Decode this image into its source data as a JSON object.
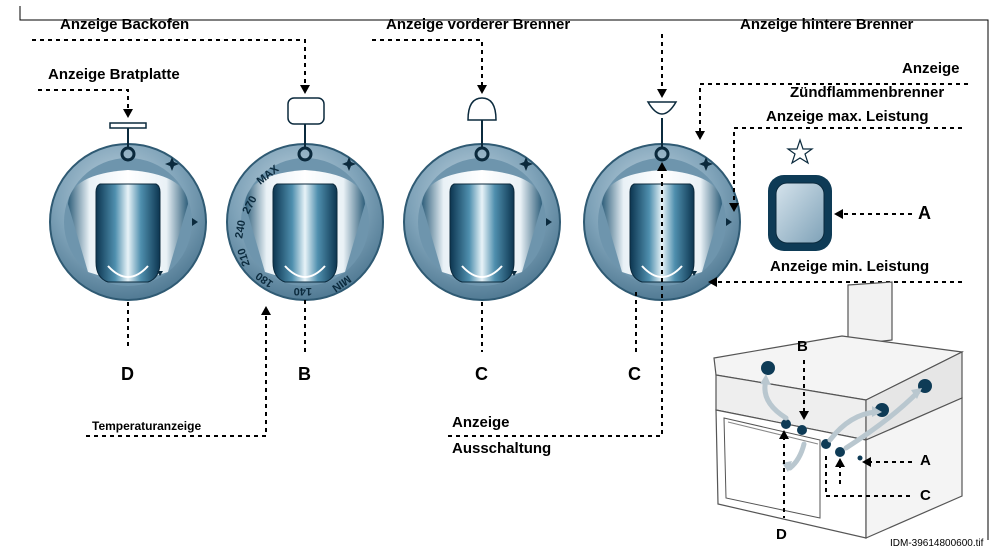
{
  "labels": {
    "oven_indicator": "Anzeige Backofen",
    "griddle_indicator": "Anzeige Bratplatte",
    "front_burner_indicator": "Anzeige vorderer Brenner",
    "rear_burner_indicator": "Anzeige hintere  Brenner",
    "pilot_indicator_line1": "Anzeige",
    "pilot_indicator_line2": "Zündflammenbrenner",
    "max_power_indicator": "Anzeige max. Leistung",
    "min_power_indicator": "Anzeige min. Leistung",
    "temperature_indicator": "Temperaturanzeige",
    "off_indicator_line1": "Anzeige",
    "off_indicator_line2": "Ausschaltung"
  },
  "knob_letters": {
    "knob1": "D",
    "knob2": "B",
    "knob3": "C",
    "knob4": "C"
  },
  "piezo_letter": "A",
  "temperature_scale": {
    "max": "MAX",
    "t270": "270",
    "t240": "240",
    "t210": "210",
    "t180": "180",
    "t140": "140",
    "min": "MIN"
  },
  "appliance_letters": {
    "b": "B",
    "a": "A",
    "c": "C",
    "d": "D"
  },
  "image_reference": "IDM-39614800600.tif",
  "colors": {
    "knob_ring": "#5d87a1",
    "knob_dark": "#0e3b56",
    "knob_light": "#e4eef4",
    "line": "#000000",
    "arrow_grey": "#b9c7cf"
  }
}
